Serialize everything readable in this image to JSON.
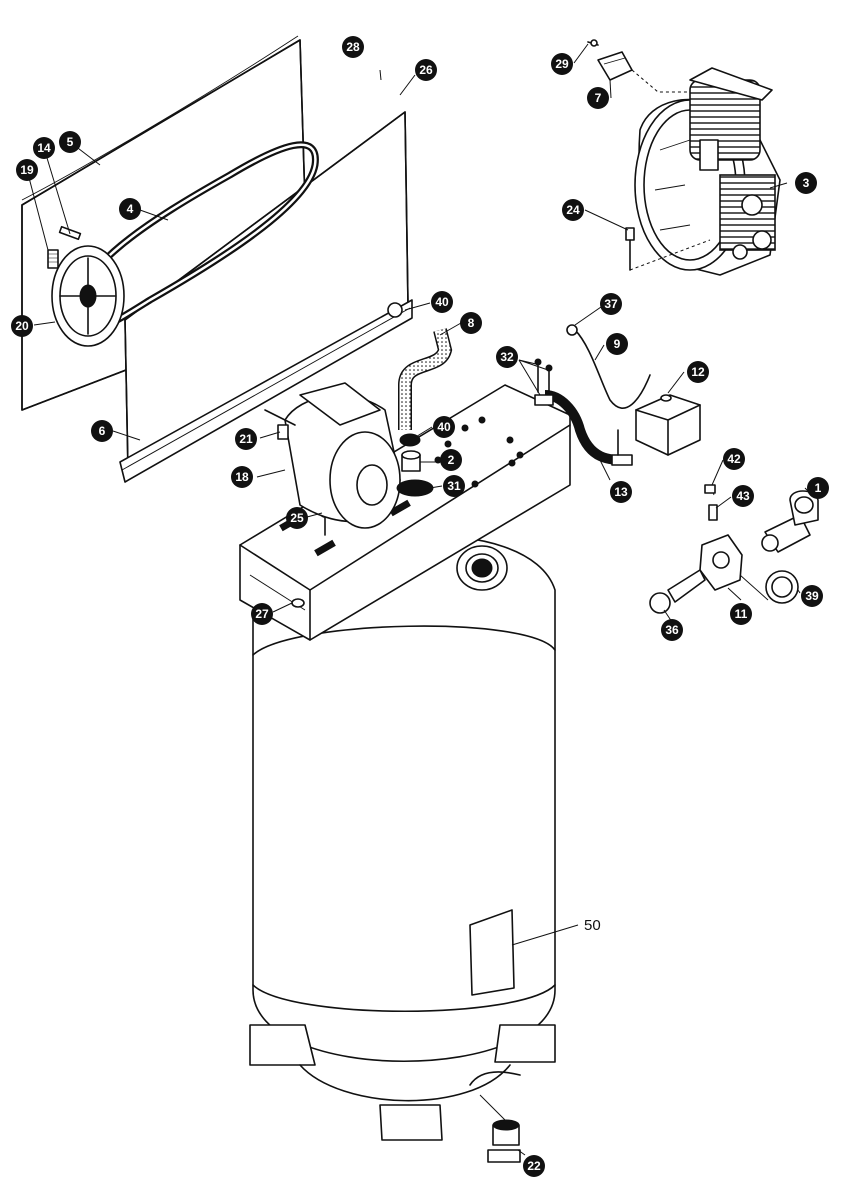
{
  "callouts": {
    "c1": "1",
    "c2": "2",
    "c3": "3",
    "c4": "4",
    "c5": "5",
    "c6": "6",
    "c7": "7",
    "c8": "8",
    "c9": "9",
    "c11": "11",
    "c12": "12",
    "c13": "13",
    "c14": "14",
    "c18": "18",
    "c19": "19",
    "c20": "20",
    "c21": "21",
    "c22": "22",
    "c24": "24",
    "c25": "25",
    "c26": "26",
    "c27": "27",
    "c28": "28",
    "c29": "29",
    "c31": "31",
    "c32": "32",
    "c36": "36",
    "c37": "37",
    "c39": "39",
    "c40a": "40",
    "c40b": "40",
    "c42": "42",
    "c43": "43"
  },
  "label_50": "50"
}
